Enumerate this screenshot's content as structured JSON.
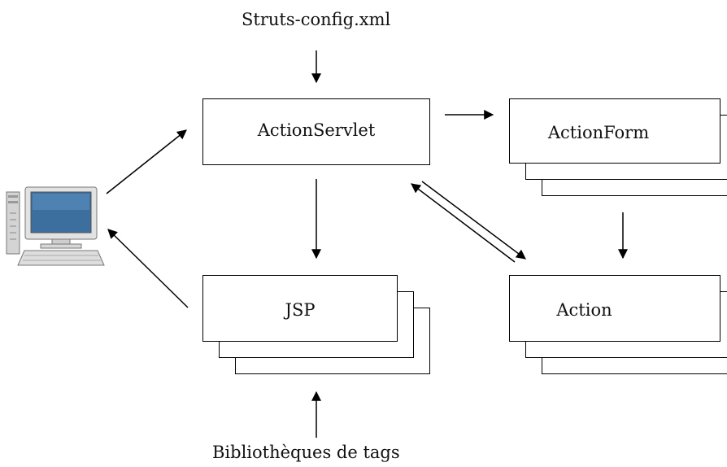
{
  "top_input_label": "Struts-config.xml",
  "bottom_input_label": "Bibliothèques de tags",
  "boxes": {
    "action_servlet": "ActionServlet",
    "action_form": "ActionForm",
    "jsp": "JSP",
    "action": "Action"
  },
  "icons": {
    "client": "desktop-computer-icon"
  }
}
